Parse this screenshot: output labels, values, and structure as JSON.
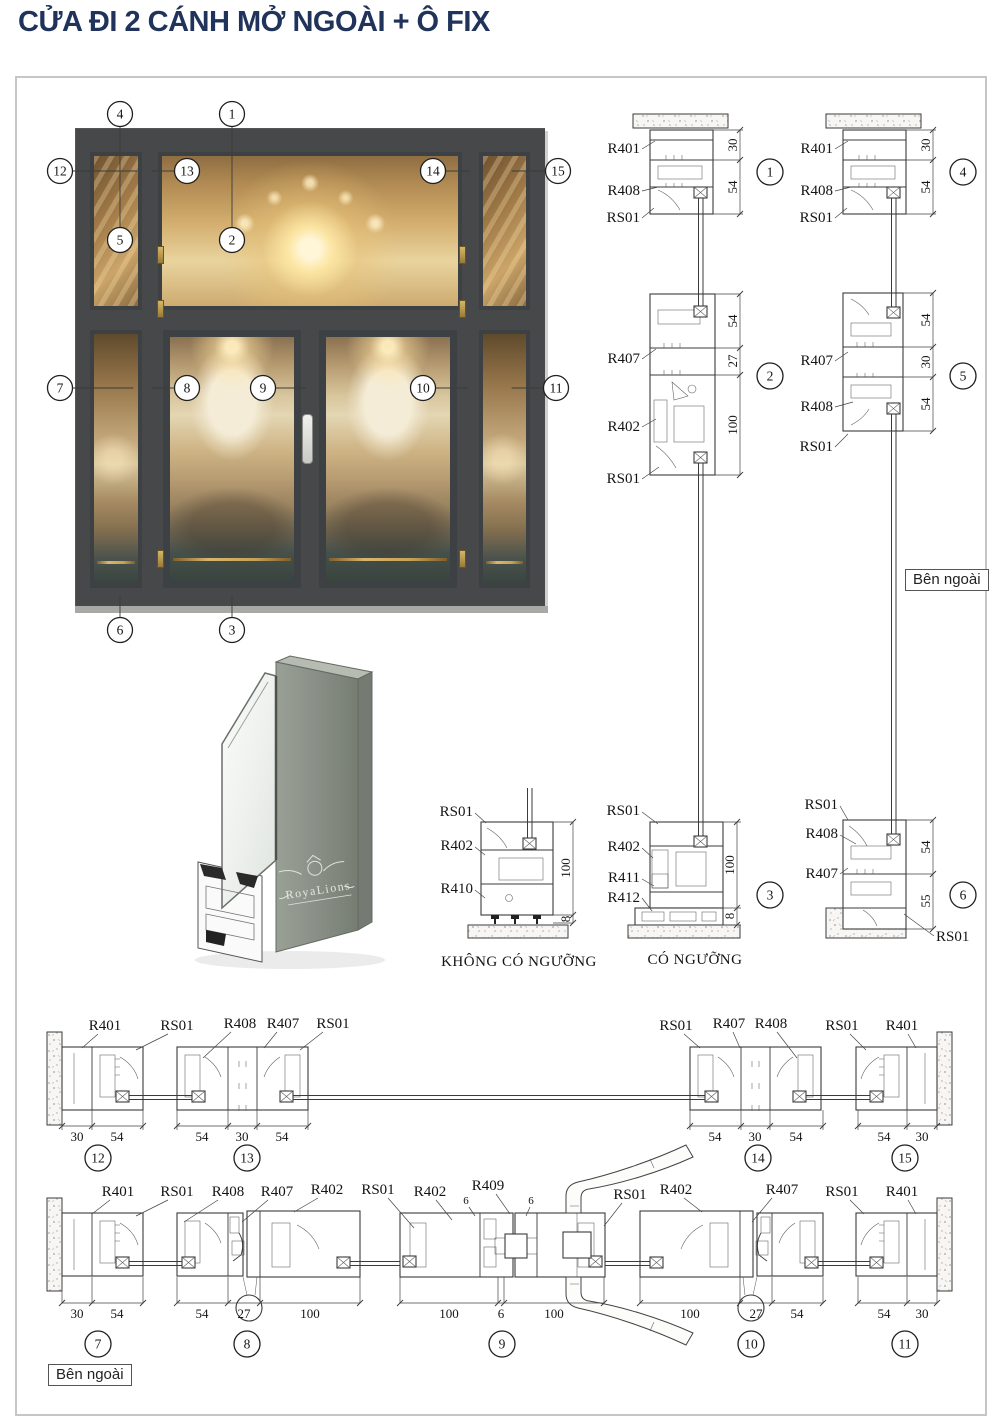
{
  "title": "CỬA ĐI 2 CÁNH MỞ NGOÀI + Ô FIX",
  "annotations": {
    "outside_right": "Bên ngoài",
    "outside_bottom": "Bên ngoài"
  },
  "render": {
    "logo": "RoyaLions"
  },
  "colors": {
    "title": "#20335a",
    "door_frame": "#46484a",
    "profile_metal": "#8f958c",
    "line": "#3b3b3b"
  },
  "elevation": {
    "callouts": [
      "1",
      "2",
      "3",
      "4",
      "5",
      "6",
      "7",
      "8",
      "9",
      "10",
      "11",
      "12",
      "13",
      "14",
      "15"
    ]
  },
  "details": {
    "d1": {
      "num": "1",
      "labels": [
        "R401",
        "R408",
        "RS01"
      ],
      "dims": [
        "30",
        "54"
      ]
    },
    "d2": {
      "num": "2",
      "labels": [
        "R407",
        "R402",
        "RS01"
      ],
      "dims": [
        "54",
        "27",
        "100"
      ]
    },
    "d3": {
      "num": "3",
      "labels": [
        "RS01",
        "R402",
        "R411",
        "R412"
      ],
      "dims": [
        "100",
        "8"
      ],
      "caption": "CÓ NGƯỠNG"
    },
    "d4": {
      "num": "4",
      "labels": [
        "R401",
        "R408",
        "RS01"
      ],
      "dims": [
        "30",
        "54"
      ]
    },
    "d5": {
      "num": "5",
      "labels": [
        "R407",
        "R408",
        "RS01"
      ],
      "dims": [
        "54",
        "30",
        "54"
      ]
    },
    "d6": {
      "num": "6",
      "labels": [
        "RS01",
        "R408",
        "R407",
        "RS01"
      ],
      "dims": [
        "54",
        "55"
      ]
    },
    "dnt": {
      "labels": [
        "RS01",
        "R402",
        "R410"
      ],
      "dims": [
        "100",
        "8"
      ],
      "caption": "KHÔNG CÓ NGƯỠNG"
    },
    "d7": {
      "num": "7",
      "labels": [
        "R401",
        "RS01"
      ],
      "dims": [
        "30",
        "54"
      ]
    },
    "d8": {
      "num": "8",
      "labels": [
        "R408",
        "R407",
        "R402"
      ],
      "dims": [
        "54",
        "27",
        "100"
      ]
    },
    "d9": {
      "num": "9",
      "labels": [
        "RS01",
        "R402",
        "R409",
        "RS01"
      ],
      "small_dims": [
        "6",
        "6"
      ],
      "dims": [
        "100",
        "6",
        "100"
      ]
    },
    "d10": {
      "num": "10",
      "labels": [
        "R402",
        "R407"
      ],
      "dims": [
        "100",
        "27",
        "54"
      ]
    },
    "d11": {
      "num": "11",
      "labels": [
        "RS01",
        "R401"
      ],
      "dims": [
        "54",
        "30"
      ]
    },
    "d12": {
      "num": "12",
      "labels": [
        "R401",
        "RS01"
      ],
      "dims": [
        "30",
        "54"
      ]
    },
    "d13": {
      "num": "13",
      "labels": [
        "R408",
        "R407",
        "RS01"
      ],
      "dims": [
        "54",
        "30",
        "54"
      ]
    },
    "d14": {
      "num": "14",
      "labels": [
        "RS01",
        "R407",
        "R408"
      ],
      "dims": [
        "54",
        "30",
        "54"
      ]
    },
    "d15": {
      "num": "15",
      "labels": [
        "RS01",
        "R401"
      ],
      "dims": [
        "54",
        "30"
      ]
    }
  }
}
